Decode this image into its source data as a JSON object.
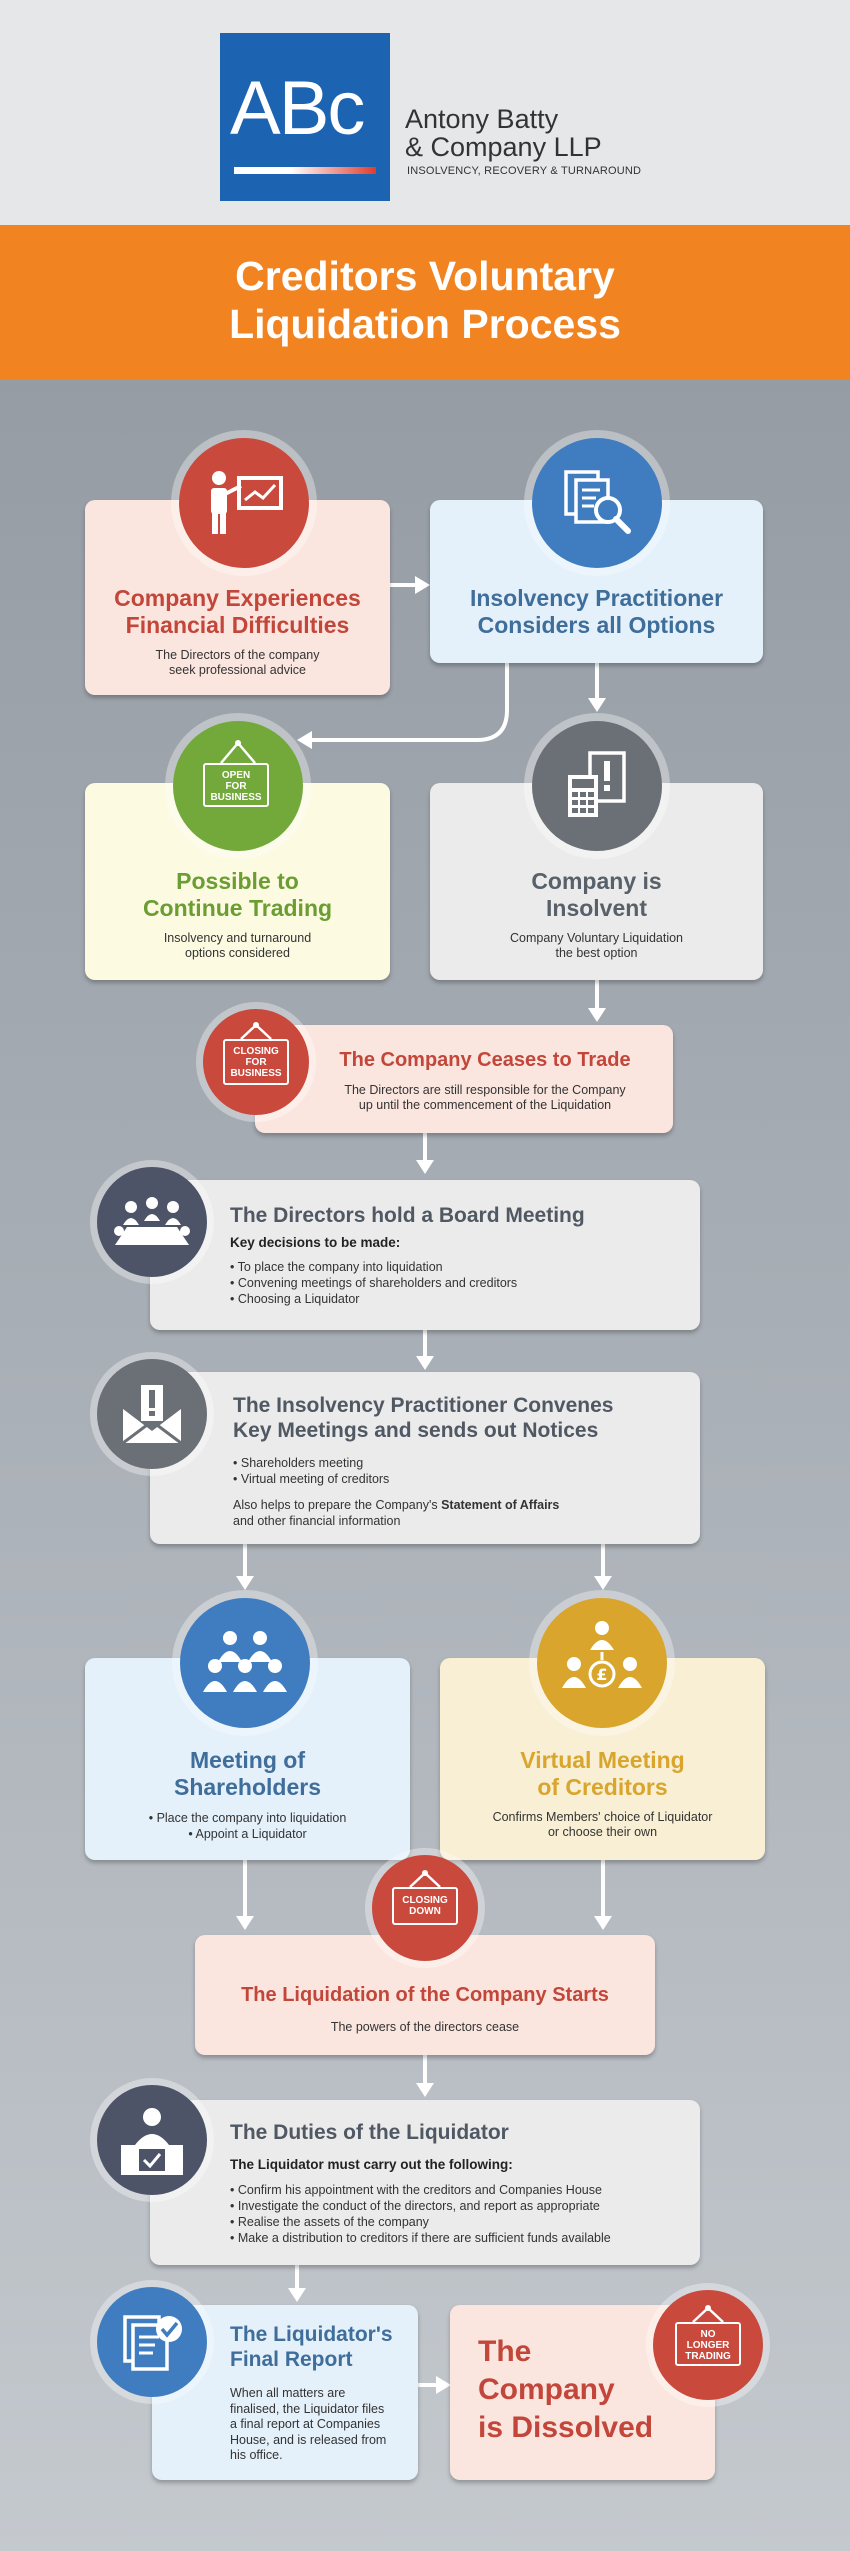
{
  "header": {
    "logo_text": "ABc",
    "company_line1": "Antony Batty",
    "company_line2": "& Company LLP",
    "tagline": "INSOLVENCY, RECOVERY & TURNAROUND"
  },
  "banner": {
    "line1": "Creditors Voluntary",
    "line2": "Liquidation Process"
  },
  "steps": {
    "financial": {
      "title1": "Company Experiences",
      "title2": "Financial Difficulties",
      "desc1": "The Directors of the company",
      "desc2": "seek professional advice"
    },
    "ip_options": {
      "title1": "Insolvency Practitioner",
      "title2": "Considers all Options"
    },
    "continue": {
      "sign1": "OPEN",
      "sign2": "FOR",
      "sign3": "BUSINESS",
      "title1": "Possible to",
      "title2": "Continue Trading",
      "desc1": "Insolvency and turnaround",
      "desc2": "options considered"
    },
    "insolvent": {
      "title1": "Company is",
      "title2": "Insolvent",
      "desc1": "Company Voluntary Liquidation",
      "desc2": "the best option"
    },
    "ceases": {
      "sign1": "CLOSING",
      "sign2": "FOR",
      "sign3": "BUSINESS",
      "title": "The Company Ceases to Trade",
      "desc1": "The Directors are still responsible for the Company",
      "desc2": "up until the commencement of the Liquidation"
    },
    "board": {
      "title": "The Directors hold a Board Meeting",
      "subtitle": "Key decisions to be made:",
      "items": [
        "To place the company into liquidation",
        "Convening meetings of shareholders and creditors",
        "Choosing a Liquidator"
      ]
    },
    "notices": {
      "title1": "The Insolvency Practitioner Convenes",
      "title2": "Key Meetings and sends out Notices",
      "items": [
        "Shareholders meeting",
        "Virtual meeting of creditors"
      ],
      "note_pre": "Also helps to prepare the Company's ",
      "note_bold": "Statement of Affairs",
      "note_post": "and other financial information"
    },
    "shareholders": {
      "title1": "Meeting of",
      "title2": "Shareholders",
      "items": [
        "Place the company into liquidation",
        "Appoint a Liquidator"
      ]
    },
    "creditors": {
      "title1": "Virtual Meeting",
      "title2": "of Creditors",
      "desc1": "Confirms Members' choice of Liquidator",
      "desc2": "or choose their own"
    },
    "liquidation": {
      "sign1": "CLOSING",
      "sign2": "DOWN",
      "title": "The Liquidation of the Company Starts",
      "desc": "The powers of the directors cease"
    },
    "duties": {
      "title": "The Duties of the Liquidator",
      "subtitle": "The Liquidator must carry out the following:",
      "items": [
        "Confirm his appointment with the creditors and Companies House",
        "Investigate the conduct of the directors, and report as appropriate",
        "Realise the assets of the company",
        "Make a distribution to creditors if there are sufficient funds available"
      ]
    },
    "final_report": {
      "title1": "The Liquidator's",
      "title2": "Final Report",
      "desc": [
        "When all matters are",
        "finalised, the Liquidator files",
        "a final report at Companies",
        "House, and is released from",
        "his office."
      ]
    },
    "dissolved": {
      "sign1": "NO",
      "sign2": "LONGER",
      "sign3": "TRADING",
      "title1": "The",
      "title2": "Company",
      "title3": "is Dissolved"
    }
  },
  "colors": {
    "orange": "#f18321",
    "logo_blue": "#1c63b1",
    "red": "#c2463a",
    "steel": "#3f6e9b",
    "green": "#6b9d32",
    "gold": "#d9a52c",
    "dark_grey": "#58606a"
  }
}
